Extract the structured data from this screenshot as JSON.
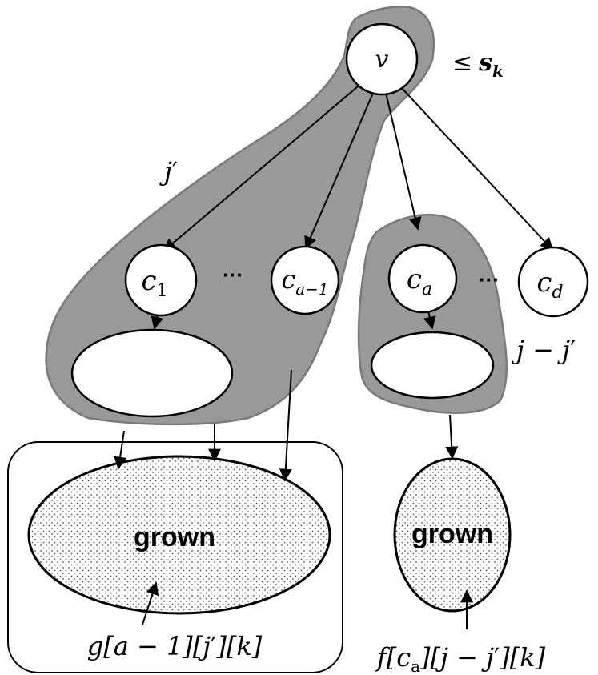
{
  "root": {
    "label": "v",
    "bound_symbol": "≤",
    "bound_value": "s",
    "bound_subscript": "k"
  },
  "children": [
    {
      "base": "c",
      "sub": "1"
    },
    {
      "base": "c",
      "sub": "a−1"
    },
    {
      "base": "c",
      "sub": "a"
    },
    {
      "base": "c",
      "sub": "d"
    }
  ],
  "ellipsis": "···",
  "left_budget": {
    "base": "j",
    "prime": "′"
  },
  "right_budget": {
    "text": "j − j",
    "prime": "′"
  },
  "grown_labels": {
    "left": "grown",
    "right": "grown"
  },
  "formula_left": {
    "func": "g",
    "idx1": "[a − 1]",
    "idx2_open": "[j",
    "idx2_prime": "′",
    "idx2_close": "]",
    "idx3": "[k]"
  },
  "formula_right": {
    "func": "f",
    "idx1_open": "[c",
    "idx1_sub": "a",
    "idx1_close": "]",
    "idx2_open": "[j − j",
    "idx2_prime": "′",
    "idx2_close": "]",
    "idx3": "[k]"
  }
}
